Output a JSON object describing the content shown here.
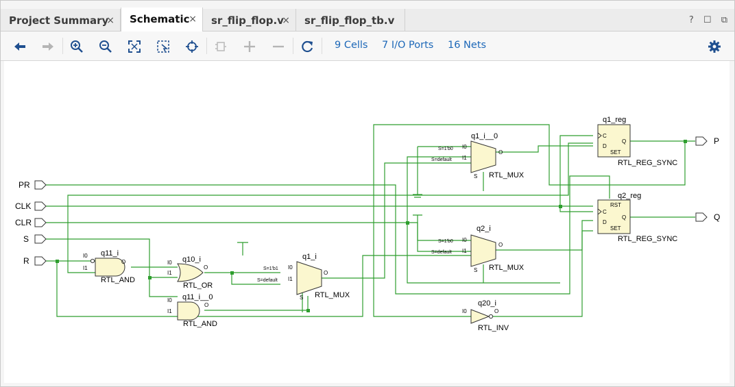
{
  "tabs": [
    {
      "label": "Project Summary",
      "active": false
    },
    {
      "label": "Schematic",
      "active": true
    },
    {
      "label": "sr_flip_flop.v",
      "active": false
    },
    {
      "label": "sr_flip_flop_tb.v",
      "active": false
    }
  ],
  "tab_close_glyph": "×",
  "window_icons": [
    "?",
    "☐",
    "⧉"
  ],
  "toolbar": {
    "cells": "9 Cells",
    "io_ports": "7 I/O Ports",
    "nets": "16 Nets",
    "buttons": [
      "back-icon",
      "forward-icon",
      "zoom-in-icon",
      "zoom-out-icon",
      "zoom-fit-icon",
      "select-area-icon",
      "autofit-selection-icon",
      "regenerate-icon",
      "expand-icon",
      "collapse-icon",
      "reload-icon"
    ],
    "settings_icon": "gear-icon"
  },
  "colors": {
    "wire": "#2e9e2e",
    "cell_fill": "#fbf7cf",
    "link": "#1d68b8"
  },
  "schematic": {
    "ports": {
      "pr": "PR",
      "clk": "CLK",
      "clr": "CLR",
      "s": "S",
      "r": "R",
      "p": "P",
      "q": "Q"
    },
    "cells": {
      "q11_i": {
        "name": "q11_i",
        "type": "RTL_AND",
        "pins": [
          "I0",
          "I1",
          "O"
        ]
      },
      "q10_i": {
        "name": "q10_i",
        "type": "RTL_OR",
        "pins": [
          "I0",
          "I1",
          "O"
        ]
      },
      "q11_i__0": {
        "name": "q11_i__0",
        "type": "RTL_AND",
        "pins": [
          "I0",
          "I1",
          "O"
        ]
      },
      "q1_i": {
        "name": "q1_i",
        "type": "RTL_MUX",
        "pins": [
          "S=1'b1",
          "I0",
          "S=default",
          "I1",
          "S",
          "O"
        ]
      },
      "q1_i__0": {
        "name": "q1_i__0",
        "type": "RTL_MUX",
        "pins": [
          "S=1'b0",
          "I0",
          "S=default",
          "I1",
          "S",
          "O"
        ]
      },
      "q2_i": {
        "name": "q2_i",
        "type": "RTL_MUX",
        "pins": [
          "S=1'b0",
          "I0",
          "S=default",
          "I1",
          "S",
          "O"
        ]
      },
      "q20_i": {
        "name": "q20_i",
        "type": "RTL_INV",
        "pins": [
          "I0",
          "O"
        ]
      },
      "q1_reg": {
        "name": "q1_reg",
        "type": "RTL_REG_SYNC",
        "pins": [
          "C",
          "D",
          "Q",
          "SET"
        ]
      },
      "q2_reg": {
        "name": "q2_reg",
        "type": "RTL_REG_SYNC",
        "pins": [
          "RST",
          "C",
          "D",
          "Q",
          "SET"
        ]
      }
    }
  }
}
